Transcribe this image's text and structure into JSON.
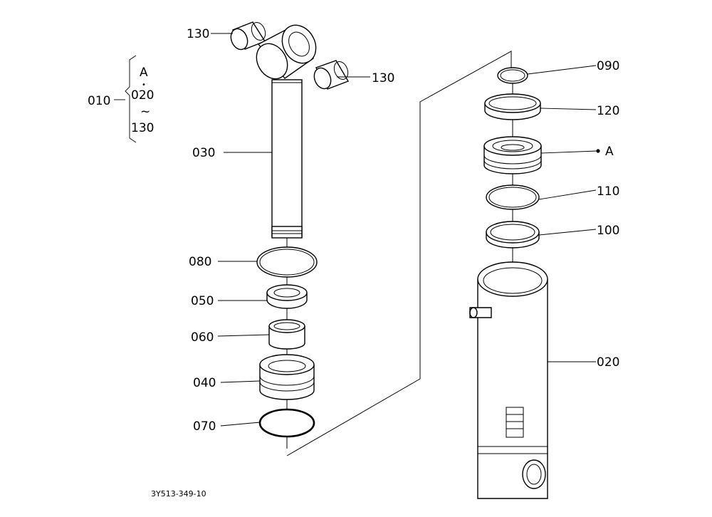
{
  "labels": {
    "p010": "010",
    "p020": "020",
    "p030": "030",
    "p040": "040",
    "p050": "050",
    "p060": "060",
    "p070": "070",
    "p080": "080",
    "p090": "090",
    "p100": "100",
    "p110": "110",
    "p120": "120",
    "p130_left": "130",
    "p130_right": "130",
    "a_marker": "A"
  },
  "group": {
    "a": "A",
    "dot": "•",
    "from": "020",
    "tilde": "~",
    "to": "130"
  },
  "drawing_number": "3Y513-349-10"
}
